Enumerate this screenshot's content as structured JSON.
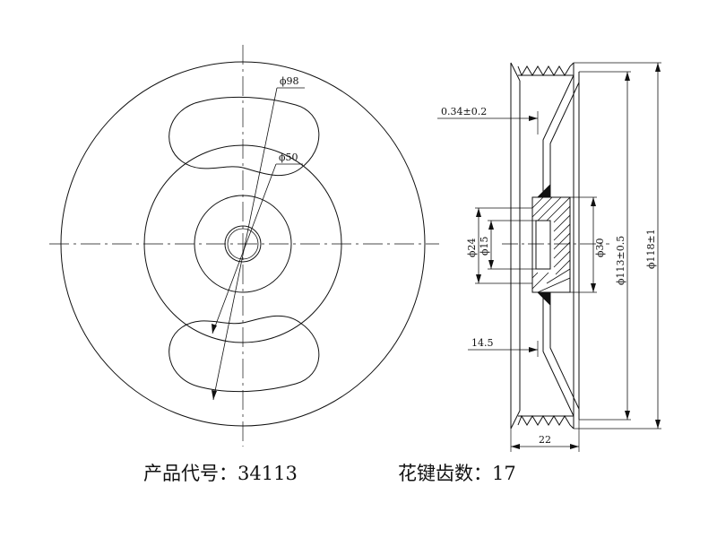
{
  "drawing": {
    "labels": {
      "d98": "ϕ98",
      "d50": "ϕ50",
      "offset": "0.34±0.2",
      "d24": "ϕ24",
      "d15": "ϕ15",
      "d30": "ϕ30",
      "d113": "ϕ113±0.5",
      "d118": "ϕ118±1",
      "w14": "14.5",
      "w22": "22"
    },
    "colors": {
      "line": "#111111",
      "background": "#ffffff"
    }
  },
  "caption": {
    "part_label": "产品代号：34113",
    "spline_label": "花键齿数：17"
  }
}
